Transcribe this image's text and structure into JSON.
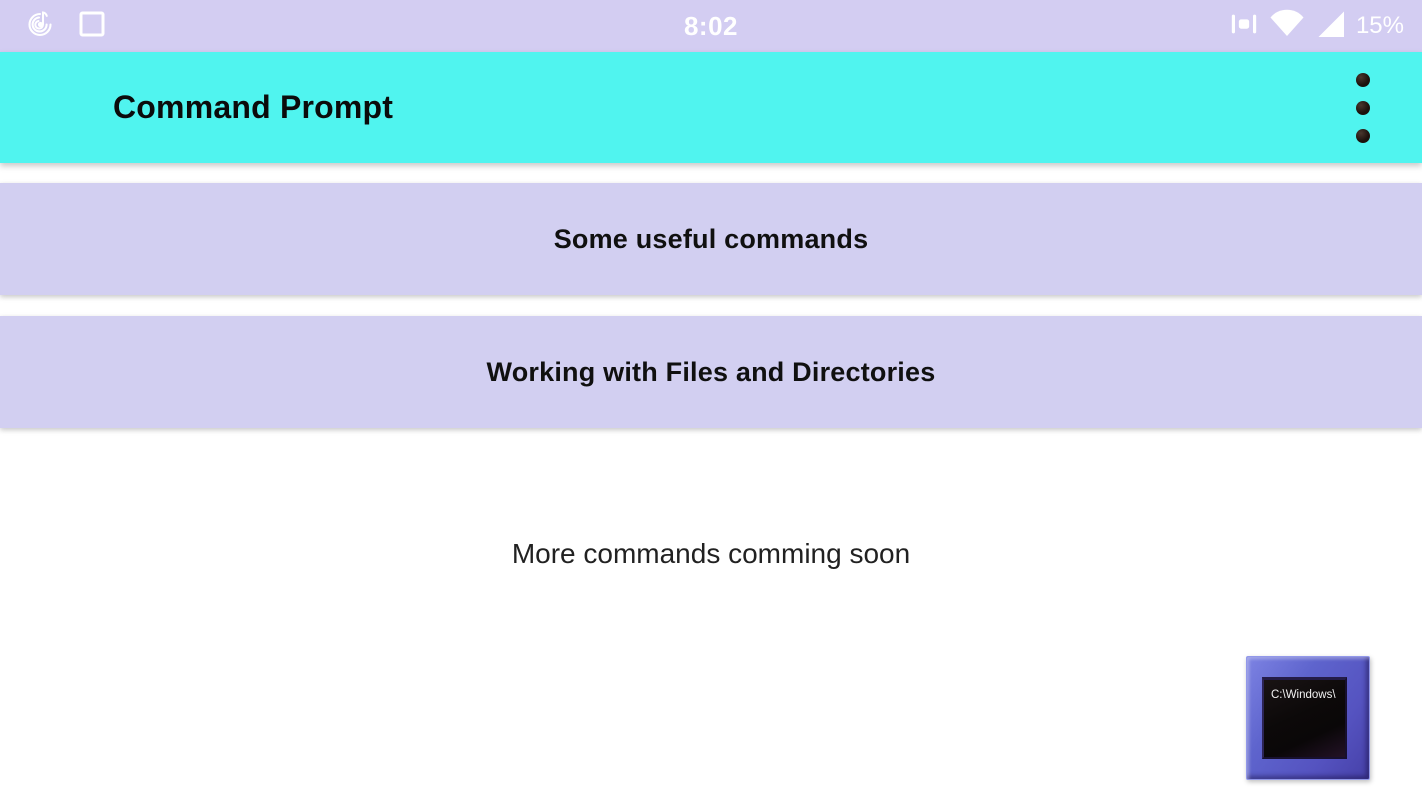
{
  "status_bar": {
    "time": "8:02",
    "battery_percent": "15%",
    "left_icons": [
      "music-notification-icon",
      "screenshot-notification-icon"
    ],
    "right_icons": [
      "vibrate-icon",
      "wifi-icon",
      "cell-signal-icon"
    ]
  },
  "app_bar": {
    "title": "Command Prompt",
    "overflow_menu": "kebab-menu"
  },
  "sections": [
    {
      "label": "Some useful commands"
    },
    {
      "label": "Working with Files and Directories"
    }
  ],
  "footer_note": "More commands comming soon",
  "cmd_shortcut": {
    "screen_text": "C:\\Windows\\"
  },
  "colors": {
    "status_bar_bg": "#d3cdf2",
    "app_bar_bg": "#50f4ef",
    "section_bg": "#d2cff1",
    "text_dark": "#0b0b0b",
    "cmd_frame_blue": "#5e64cd",
    "cmd_screen_black": "#0c0909"
  }
}
